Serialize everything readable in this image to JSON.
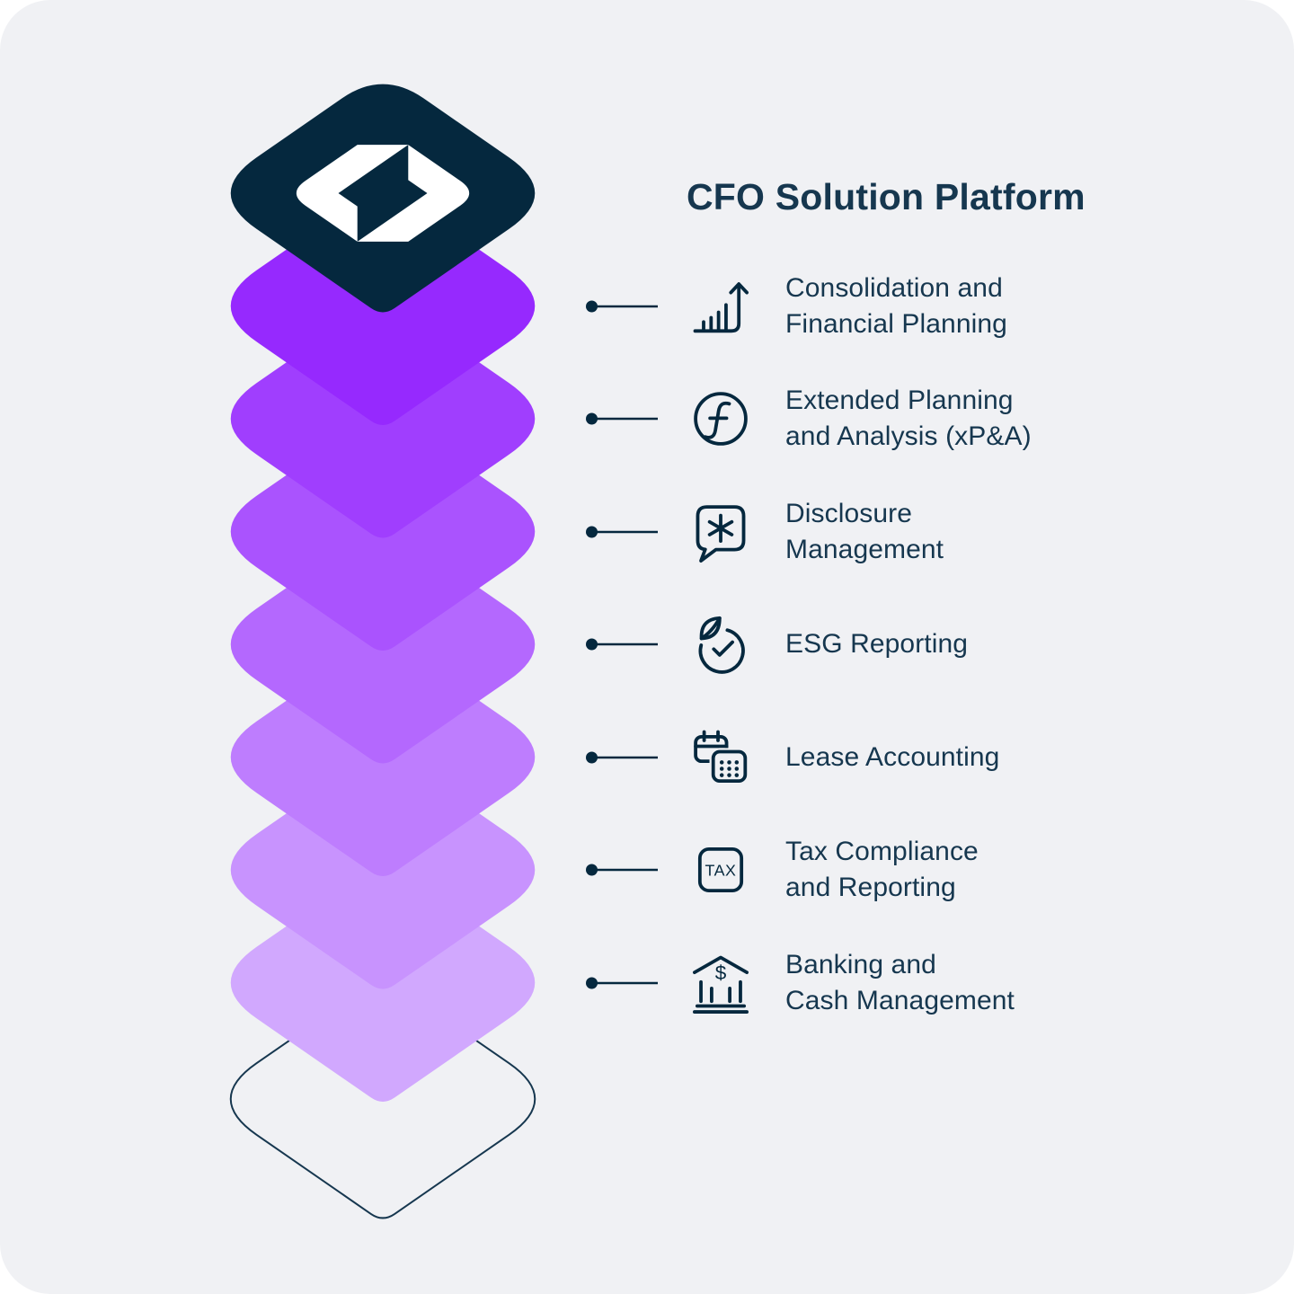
{
  "title": "CFO Solution Platform",
  "colors": {
    "background": "#F0F1F4",
    "navy": "#05283E",
    "text": "#16374F",
    "white": "#FFFFFF"
  },
  "logo": {
    "diamond_color": "#05283E",
    "mark_color": "#FFFFFF",
    "mark_name": "interlocking-brackets-logo"
  },
  "stack": {
    "outline_layer": {
      "stroke": "#16374F"
    },
    "layers": [
      {
        "color": "#9629FE"
      },
      {
        "color": "#A03EFE"
      },
      {
        "color": "#AA53FE"
      },
      {
        "color": "#B468FE"
      },
      {
        "color": "#BE7DFE"
      },
      {
        "color": "#C893FE"
      },
      {
        "color": "#D1A8FE"
      }
    ]
  },
  "items": [
    {
      "icon": "growth-chart-icon",
      "line1": "Consolidation and",
      "line2": "Financial Planning"
    },
    {
      "icon": "function-circle-icon",
      "line1": "Extended Planning",
      "line2": "and Analysis (xP&A)"
    },
    {
      "icon": "speech-bubble-asterisk-icon",
      "line1": "Disclosure",
      "line2": "Management"
    },
    {
      "icon": "leaf-check-icon",
      "line1": "ESG Reporting"
    },
    {
      "icon": "calendar-icon",
      "line1": "Lease Accounting"
    },
    {
      "icon": "tax-box-icon",
      "line1": "Tax Compliance",
      "line2": "and Reporting",
      "icon_text": "TAX"
    },
    {
      "icon": "bank-icon",
      "line1": "Banking and",
      "line2": "Cash Management",
      "icon_text": "$"
    }
  ]
}
